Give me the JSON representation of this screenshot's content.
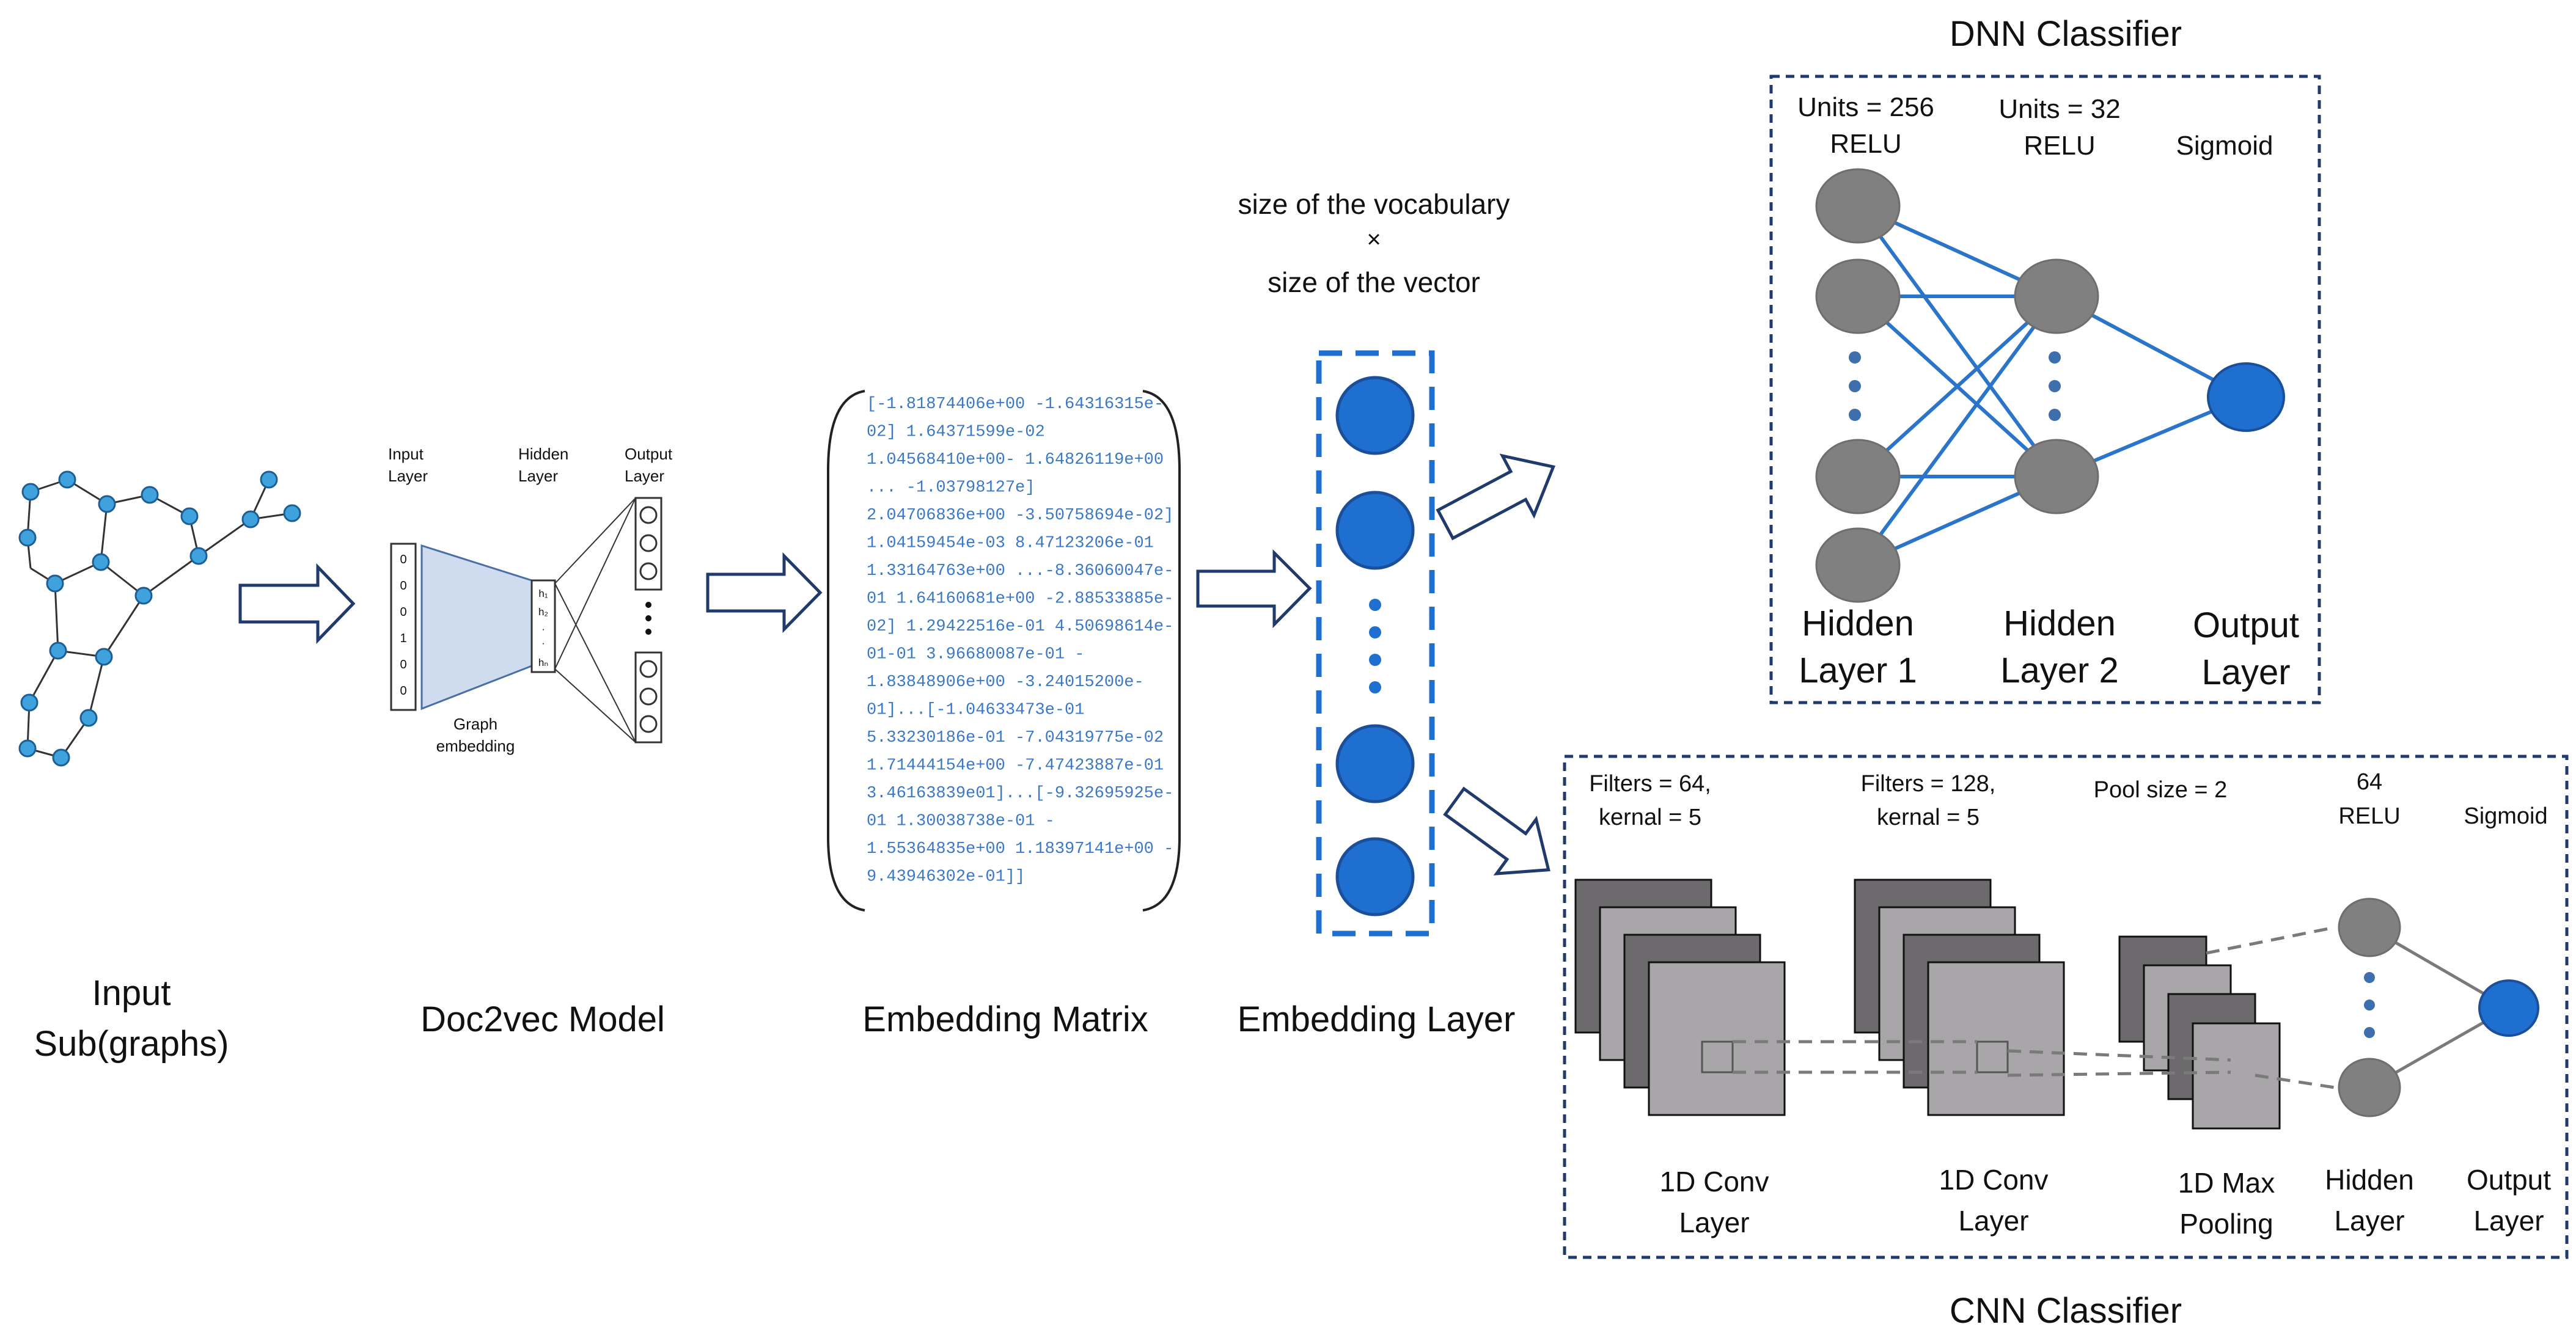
{
  "colors": {
    "node_blue": "#1f6fd1",
    "node_gray": "#808080",
    "edge_blue": "#2a74c9",
    "frame_navy": "#1f3a6b",
    "encoder_fill": "#cfdcef",
    "matrix_text": "#3a78c8"
  },
  "stages": {
    "input": {
      "line1": "Input",
      "line2": "Sub(graphs)"
    },
    "doc2vec": {
      "caption": "Doc2vec Model",
      "input_layer": [
        "Input",
        "Layer"
      ],
      "hidden_layer": [
        "Hidden",
        "Layer"
      ],
      "output_layer": [
        "Output",
        "Layer"
      ],
      "graph_embedding": [
        "Graph",
        "embedding"
      ],
      "one_hot": [
        "0",
        "0",
        "0",
        "1",
        "0",
        "0"
      ],
      "hidden_units": [
        "h₁",
        "h₂",
        "·",
        "·",
        "hₙ"
      ]
    },
    "matrix": {
      "caption": "Embedding Matrix",
      "lines": [
        "[-1.81874406e+00 -1.64316315e-",
        "02]   1.64371599e-02",
        "1.04568410e+00-  1.64826119e+00",
        "... -1.03798127e]",
        "2.04706836e+00 -3.50758694e-02]",
        "1.04159454e-03 8.47123206e-01",
        "1.33164763e+00 ...-8.36060047e-",
        "01 1.64160681e+00 -2.88533885e-",
        "02] 1.29422516e-01 4.50698614e-",
        "01-01 3.96680087e-01 -",
        "1.83848906e+00 -3.24015200e-",
        "01]...[-1.04633473e-01",
        "5.33230186e-01 -7.04319775e-02",
        "1.71444154e+00 -7.47423887e-01",
        "3.46163839e01]...[-9.32695925e-",
        "01 1.30038738e-01 -",
        "1.55364835e+00 1.18397141e+00 -",
        "9.43946302e-01]]"
      ]
    },
    "embedding_layer": {
      "caption": "Embedding Layer",
      "size_line1": "size of the vocabulary",
      "size_times": "×",
      "size_line2": "size of the vector"
    }
  },
  "dnn": {
    "title": "DNN Classifier",
    "col1_units": "Units = 256",
    "col1_act": "RELU",
    "col2_units": "Units = 32",
    "col2_act": "RELU",
    "col3_act": "Sigmoid",
    "hidden1": [
      "Hidden",
      "Layer 1"
    ],
    "hidden2": [
      "Hidden",
      "Layer 2"
    ],
    "output": [
      "Output",
      "Layer"
    ]
  },
  "cnn": {
    "title": "CNN Classifier",
    "conv1_params": [
      "Filters = 64,",
      "kernal = 5"
    ],
    "conv2_params": [
      "Filters = 128,",
      "kernal = 5"
    ],
    "pool_params": "Pool size = 2",
    "dense_units": "64",
    "dense_act": "RELU",
    "out_act": "Sigmoid",
    "conv1_label": [
      "1D Conv",
      "Layer"
    ],
    "conv2_label": [
      "1D Conv",
      "Layer"
    ],
    "pool_label": [
      "1D Max",
      "Pooling"
    ],
    "hidden_label": [
      "Hidden",
      "Layer"
    ],
    "output_label": [
      "Output",
      "Layer"
    ]
  }
}
